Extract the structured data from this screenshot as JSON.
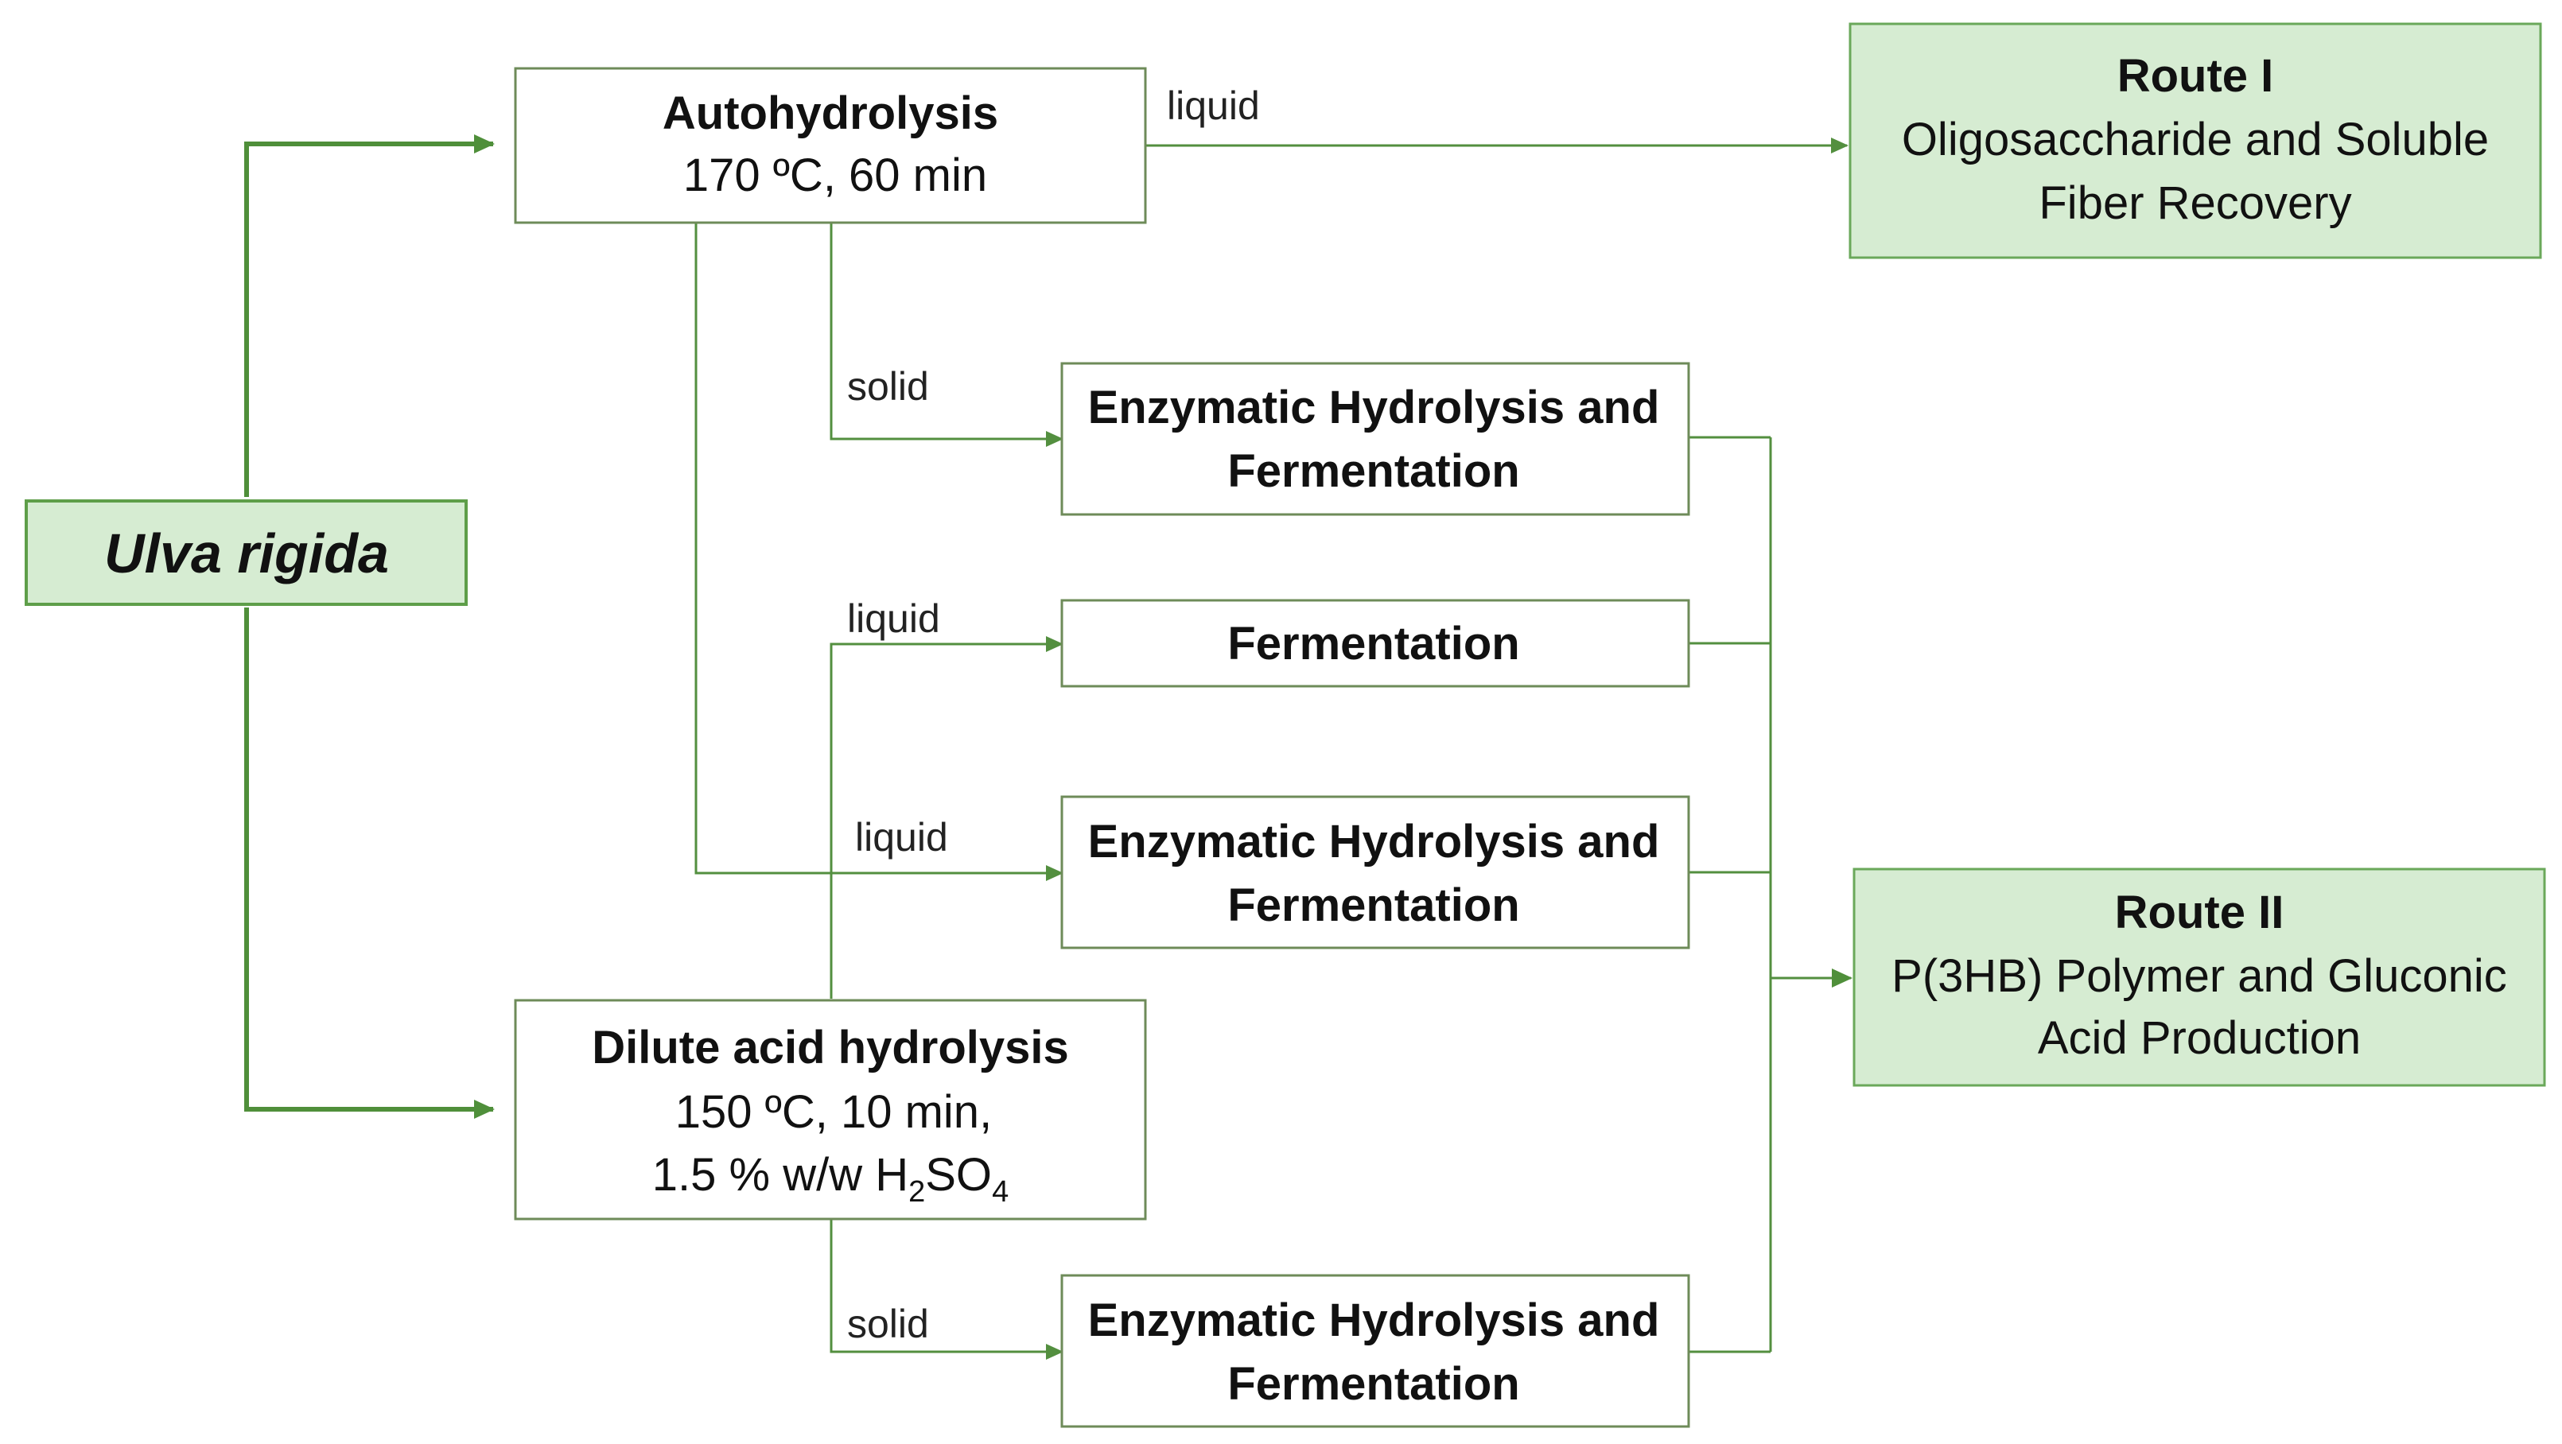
{
  "source": {
    "name": "Ulva rigida"
  },
  "pretreatments": {
    "autohydrolysis": {
      "title": "Autohydrolysis",
      "conditions": "170 ºC, 60 min"
    },
    "dilute_acid": {
      "title": "Dilute acid hydrolysis",
      "conditions_line1": "150 ºC, 10 min,",
      "conditions_line2_prefix": "1.5 % w/w H",
      "conditions_line2_sub1": "2",
      "conditions_line2_mid": "SO",
      "conditions_line2_sub2": "4"
    }
  },
  "edge_labels": {
    "auto_liquid": "liquid",
    "auto_solid": "solid",
    "acid_liquid": "liquid",
    "auto_liquid_2": "liquid",
    "acid_solid": "solid"
  },
  "processes": {
    "enz_ferm_1": {
      "line1": "Enzymatic Hydrolysis and",
      "line2": "Fermentation"
    },
    "fermentation": {
      "line1": "Fermentation"
    },
    "enz_ferm_2": {
      "line1": "Enzymatic Hydrolysis and",
      "line2": "Fermentation"
    },
    "enz_ferm_3": {
      "line1": "Enzymatic Hydrolysis and",
      "line2": "Fermentation"
    }
  },
  "routes": {
    "route1": {
      "title": "Route I",
      "line1": "Oligosaccharide and Soluble",
      "line2": "Fiber Recovery"
    },
    "route2": {
      "title": "Route II",
      "line1": "P(3HB) Polymer and Gluconic",
      "line2": "Acid Production"
    }
  },
  "colors": {
    "accent_green": "#538f3f",
    "fill_green": "#d6ecd2",
    "box_border": "#6e8b59"
  }
}
